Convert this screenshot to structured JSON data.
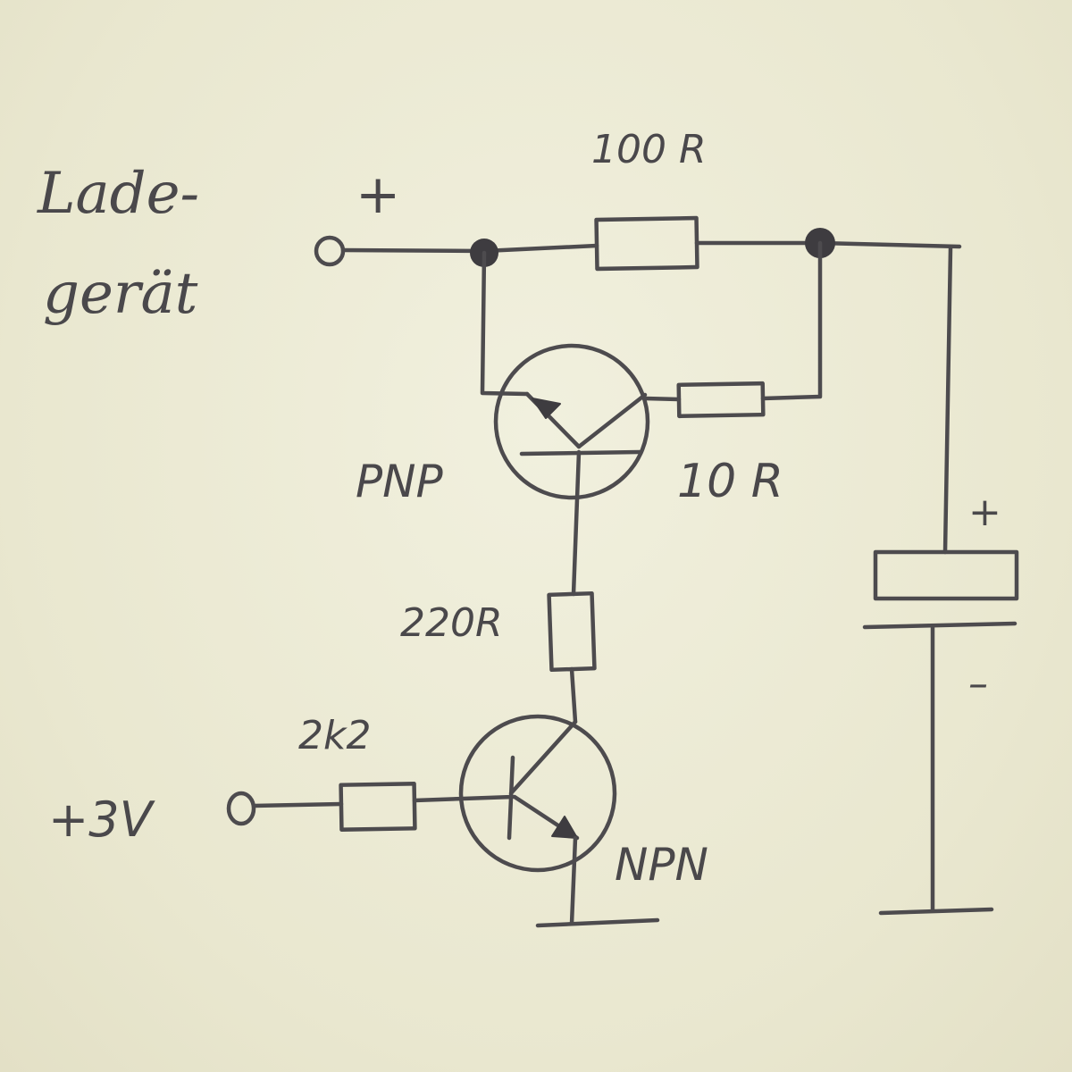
{
  "labels": {
    "charger_line1": "Lade-",
    "charger_line2": "gerät",
    "charger_plus": "+",
    "r_100": "100 R",
    "pnp": "PNP",
    "r_10": "10 R",
    "r_220": "220R",
    "r_2k2": "2k2",
    "input_3v": "+3V",
    "npn": "NPN",
    "battery_plus": "+",
    "battery_minus": "–"
  },
  "colors": {
    "paper": "#ecebd6",
    "pencil": "#4d4b4e"
  }
}
